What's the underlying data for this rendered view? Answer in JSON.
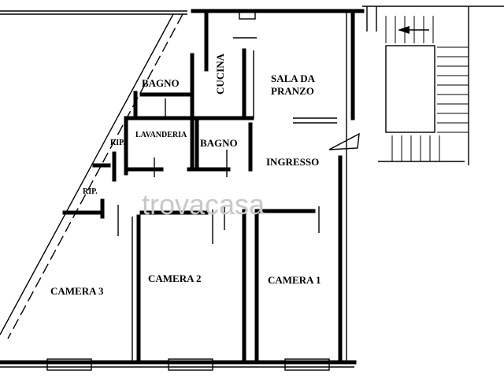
{
  "floorplan": {
    "rooms": {
      "bagno_1": "BAGNO",
      "cucina": "CUCINA",
      "sala_da_pranzo_line1": "SALA DA",
      "sala_da_pranzo_line2": "PRANZO",
      "lavanderia": "LAVANDERIA",
      "bagno_2": "BAGNO",
      "rip_1": "RIP.",
      "rip_2": "RIP.",
      "ingresso": "INGRESSO",
      "camera_3": "CAMERA 3",
      "camera_2": "CAMERA 2",
      "camera_1": "CAMERA 1"
    },
    "watermark": "trovacasa"
  }
}
